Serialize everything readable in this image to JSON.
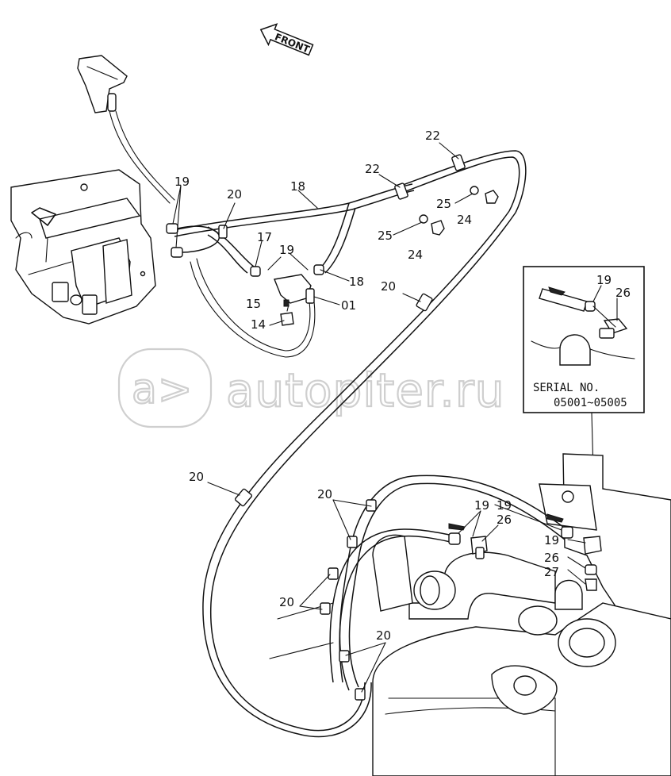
{
  "front_label": "FRONT",
  "watermark": "autopiter.ru",
  "inset": {
    "serial_line1": "SERIAL NO.",
    "serial_line2": "05001~05005"
  },
  "callouts": {
    "p01": "01",
    "p14": "14",
    "p15": "15",
    "p17": "17",
    "p18a": "18",
    "p18b": "18",
    "p19a": "19",
    "p19b": "19",
    "p19c": "19",
    "p19d": "19",
    "p19e": "19",
    "p19f": "19",
    "p20a": "20",
    "p20b": "20",
    "p20c": "20",
    "p20d": "20",
    "p20e": "20",
    "p20f": "20",
    "p22a": "22",
    "p22b": "22",
    "p24a": "24",
    "p24b": "24",
    "p25a": "25",
    "p25b": "25",
    "p26a": "26",
    "p26b": "26",
    "p26c": "26",
    "p27": "27"
  },
  "colors": {
    "ink": "#111111",
    "watermark": "#cfcfcf",
    "paper": "#ffffff"
  }
}
